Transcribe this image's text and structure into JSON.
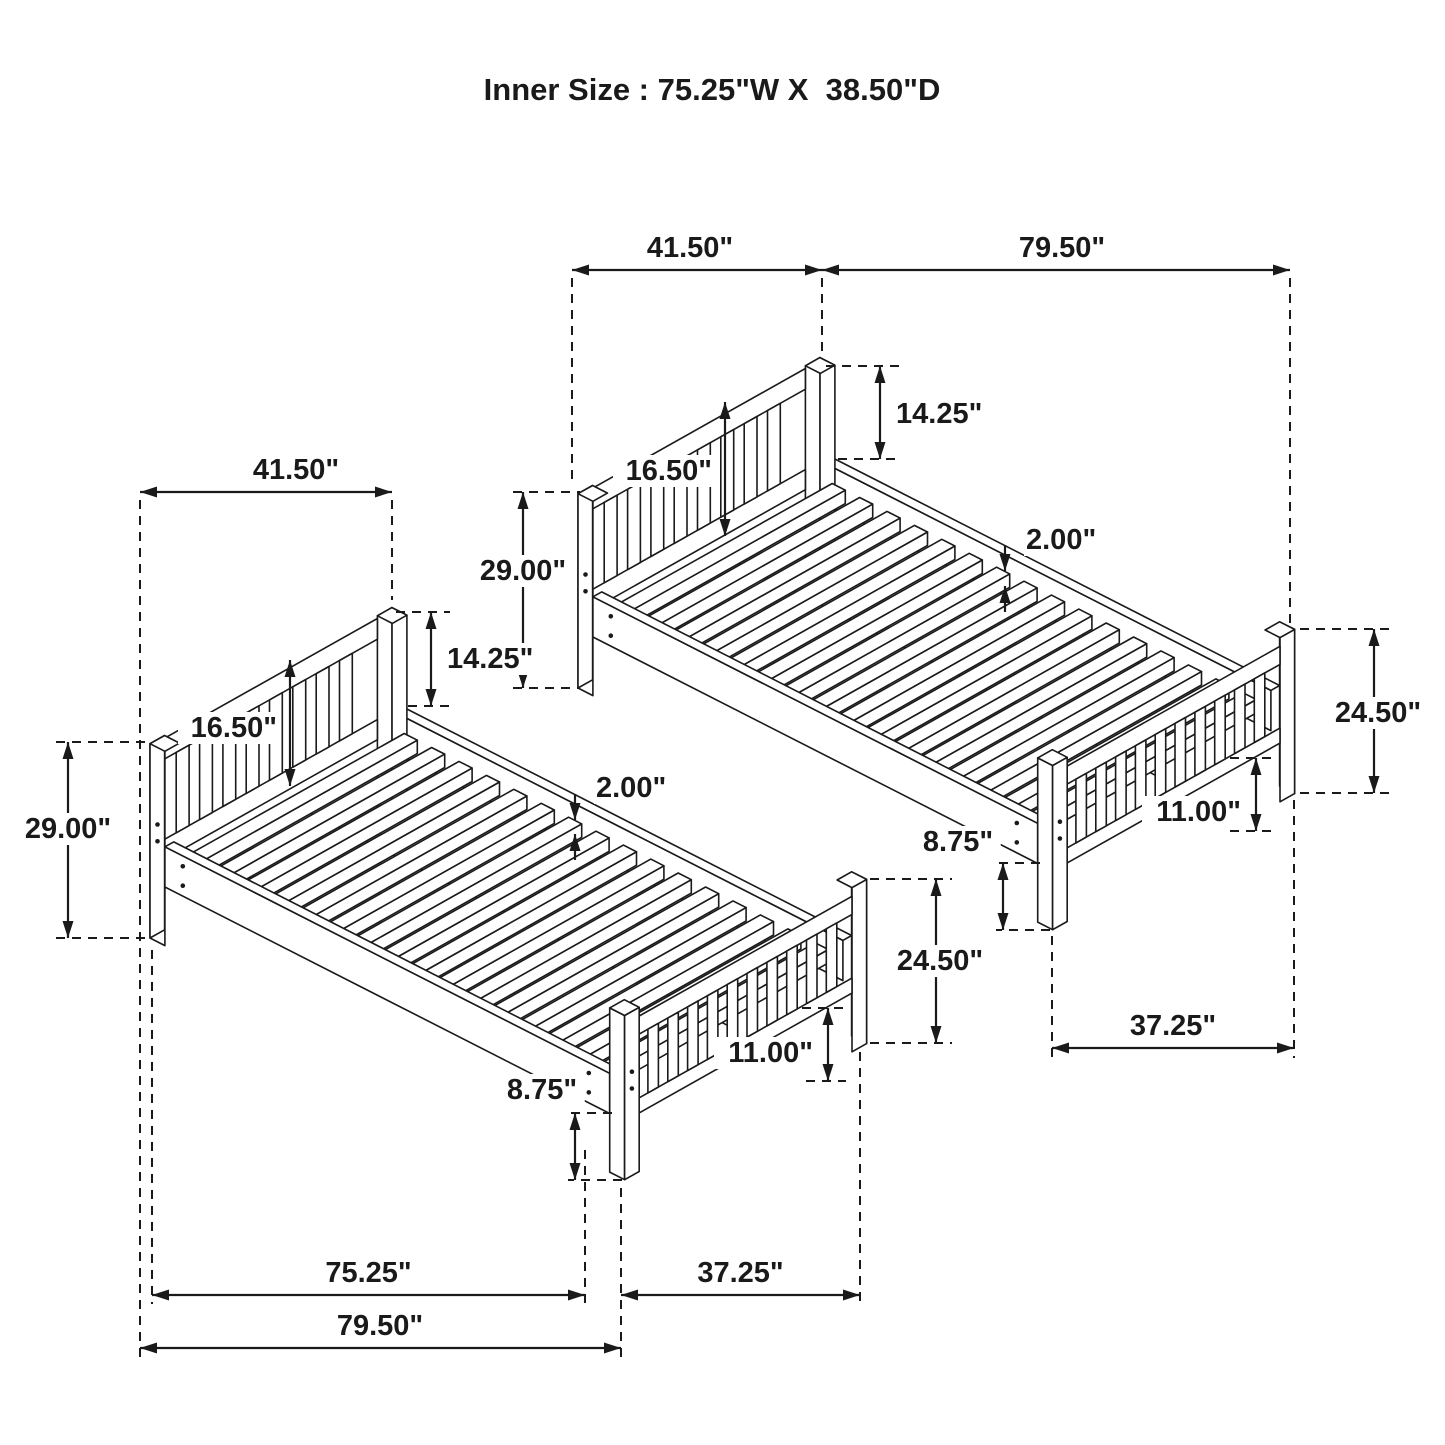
{
  "title": "Inner Size : 75.25\"W X  38.50\"D",
  "colors": {
    "line": "#1a1a1a",
    "background": "#ffffff"
  },
  "dims": {
    "upper": {
      "headboard_width": "41.50\"",
      "overall_length": "79.50\"",
      "headboard_top_to_rail": "14.25\"",
      "headboard_panel_height": "16.50\"",
      "headboard_height": "29.00\"",
      "slat_thickness": "2.00\"",
      "footboard_height": "24.50\"",
      "rail_bottom_height": "8.75\"",
      "footboard_rail_height": "11.00\"",
      "footboard_width": "37.25\""
    },
    "lower": {
      "headboard_width": "41.50\"",
      "headboard_top_to_rail": "14.25\"",
      "headboard_panel_height": "16.50\"",
      "headboard_height": "29.00\"",
      "slat_thickness": "2.00\"",
      "rail_bottom_height": "8.75\"",
      "footboard_height": "24.50\"",
      "footboard_rail_height": "11.00\"",
      "inner_length": "75.25\"",
      "footboard_width": "37.25\"",
      "overall_length": "79.50\""
    }
  }
}
